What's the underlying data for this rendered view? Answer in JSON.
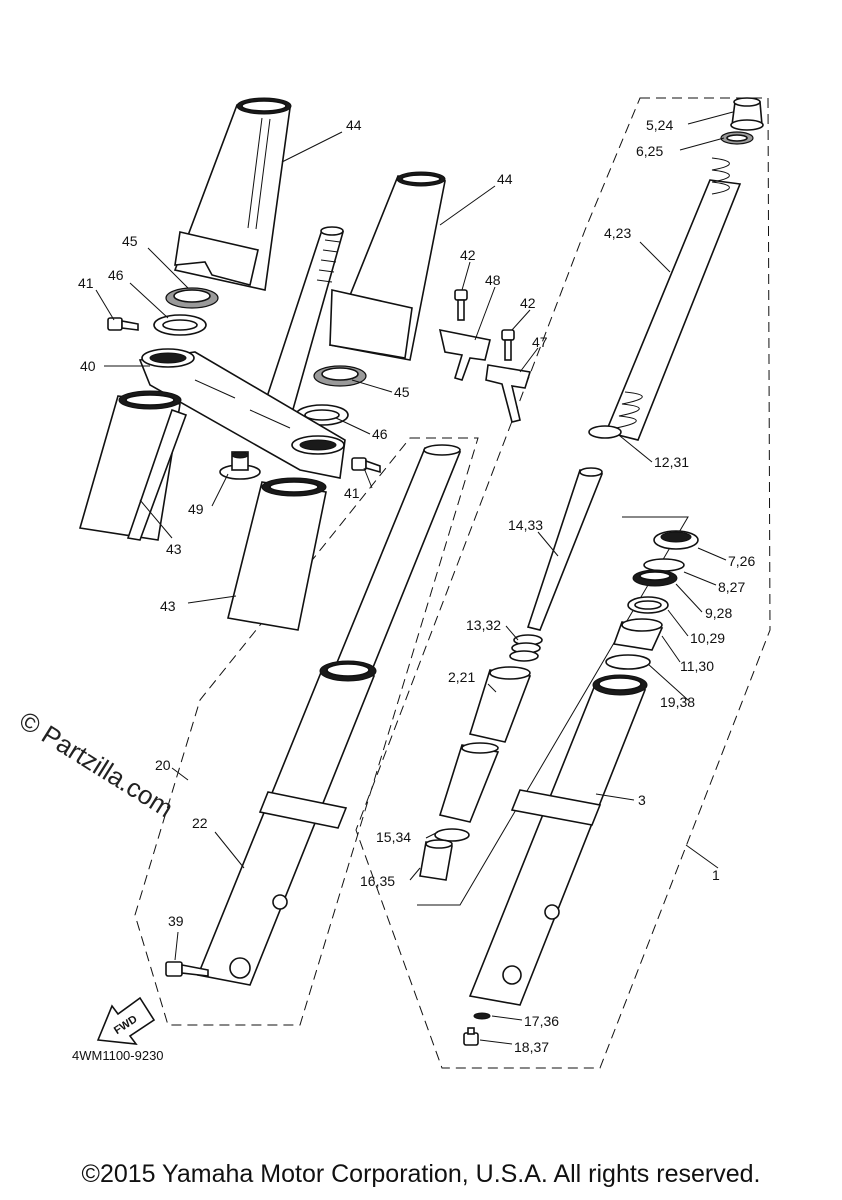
{
  "callouts": [
    {
      "id": "c44a",
      "text": "44"
    },
    {
      "id": "c44b",
      "text": "44"
    },
    {
      "id": "c45a",
      "text": "45"
    },
    {
      "id": "c46a",
      "text": "46"
    },
    {
      "id": "c41a",
      "text": "41"
    },
    {
      "id": "c40",
      "text": "40"
    },
    {
      "id": "c42a",
      "text": "42"
    },
    {
      "id": "c42b",
      "text": "42"
    },
    {
      "id": "c48",
      "text": "48"
    },
    {
      "id": "c47",
      "text": "47"
    },
    {
      "id": "c45b",
      "text": "45"
    },
    {
      "id": "c46b",
      "text": "46"
    },
    {
      "id": "c41b",
      "text": "41"
    },
    {
      "id": "c49",
      "text": "49"
    },
    {
      "id": "c43a",
      "text": "43"
    },
    {
      "id": "c43b",
      "text": "43"
    },
    {
      "id": "c5_24",
      "text": "5,24"
    },
    {
      "id": "c6_25",
      "text": "6,25"
    },
    {
      "id": "c4_23",
      "text": "4,23"
    },
    {
      "id": "c12_31",
      "text": "12,31"
    },
    {
      "id": "c14_33",
      "text": "14,33"
    },
    {
      "id": "c7_26",
      "text": "7,26"
    },
    {
      "id": "c8_27",
      "text": "8,27"
    },
    {
      "id": "c9_28",
      "text": "9,28"
    },
    {
      "id": "c13_32",
      "text": "13,32"
    },
    {
      "id": "c10_29",
      "text": "10,29"
    },
    {
      "id": "c11_30",
      "text": "11,30"
    },
    {
      "id": "c2_21",
      "text": "2,21"
    },
    {
      "id": "c19_38",
      "text": "19,38"
    },
    {
      "id": "c20",
      "text": "20"
    },
    {
      "id": "c3",
      "text": "3"
    },
    {
      "id": "c22",
      "text": "22"
    },
    {
      "id": "c15_34",
      "text": "15,34"
    },
    {
      "id": "c1",
      "text": "1"
    },
    {
      "id": "c16_35",
      "text": "16,35"
    },
    {
      "id": "c39",
      "text": "39"
    },
    {
      "id": "c17_36",
      "text": "17,36"
    },
    {
      "id": "c18_37",
      "text": "18,37"
    }
  ],
  "fwd_label": "FWD",
  "watermark": "© Partzilla.com",
  "diagram_code": "4WM1100-9230",
  "copyright": "©2015 Yamaha Motor Corporation, U.S.A. All rights reserved."
}
